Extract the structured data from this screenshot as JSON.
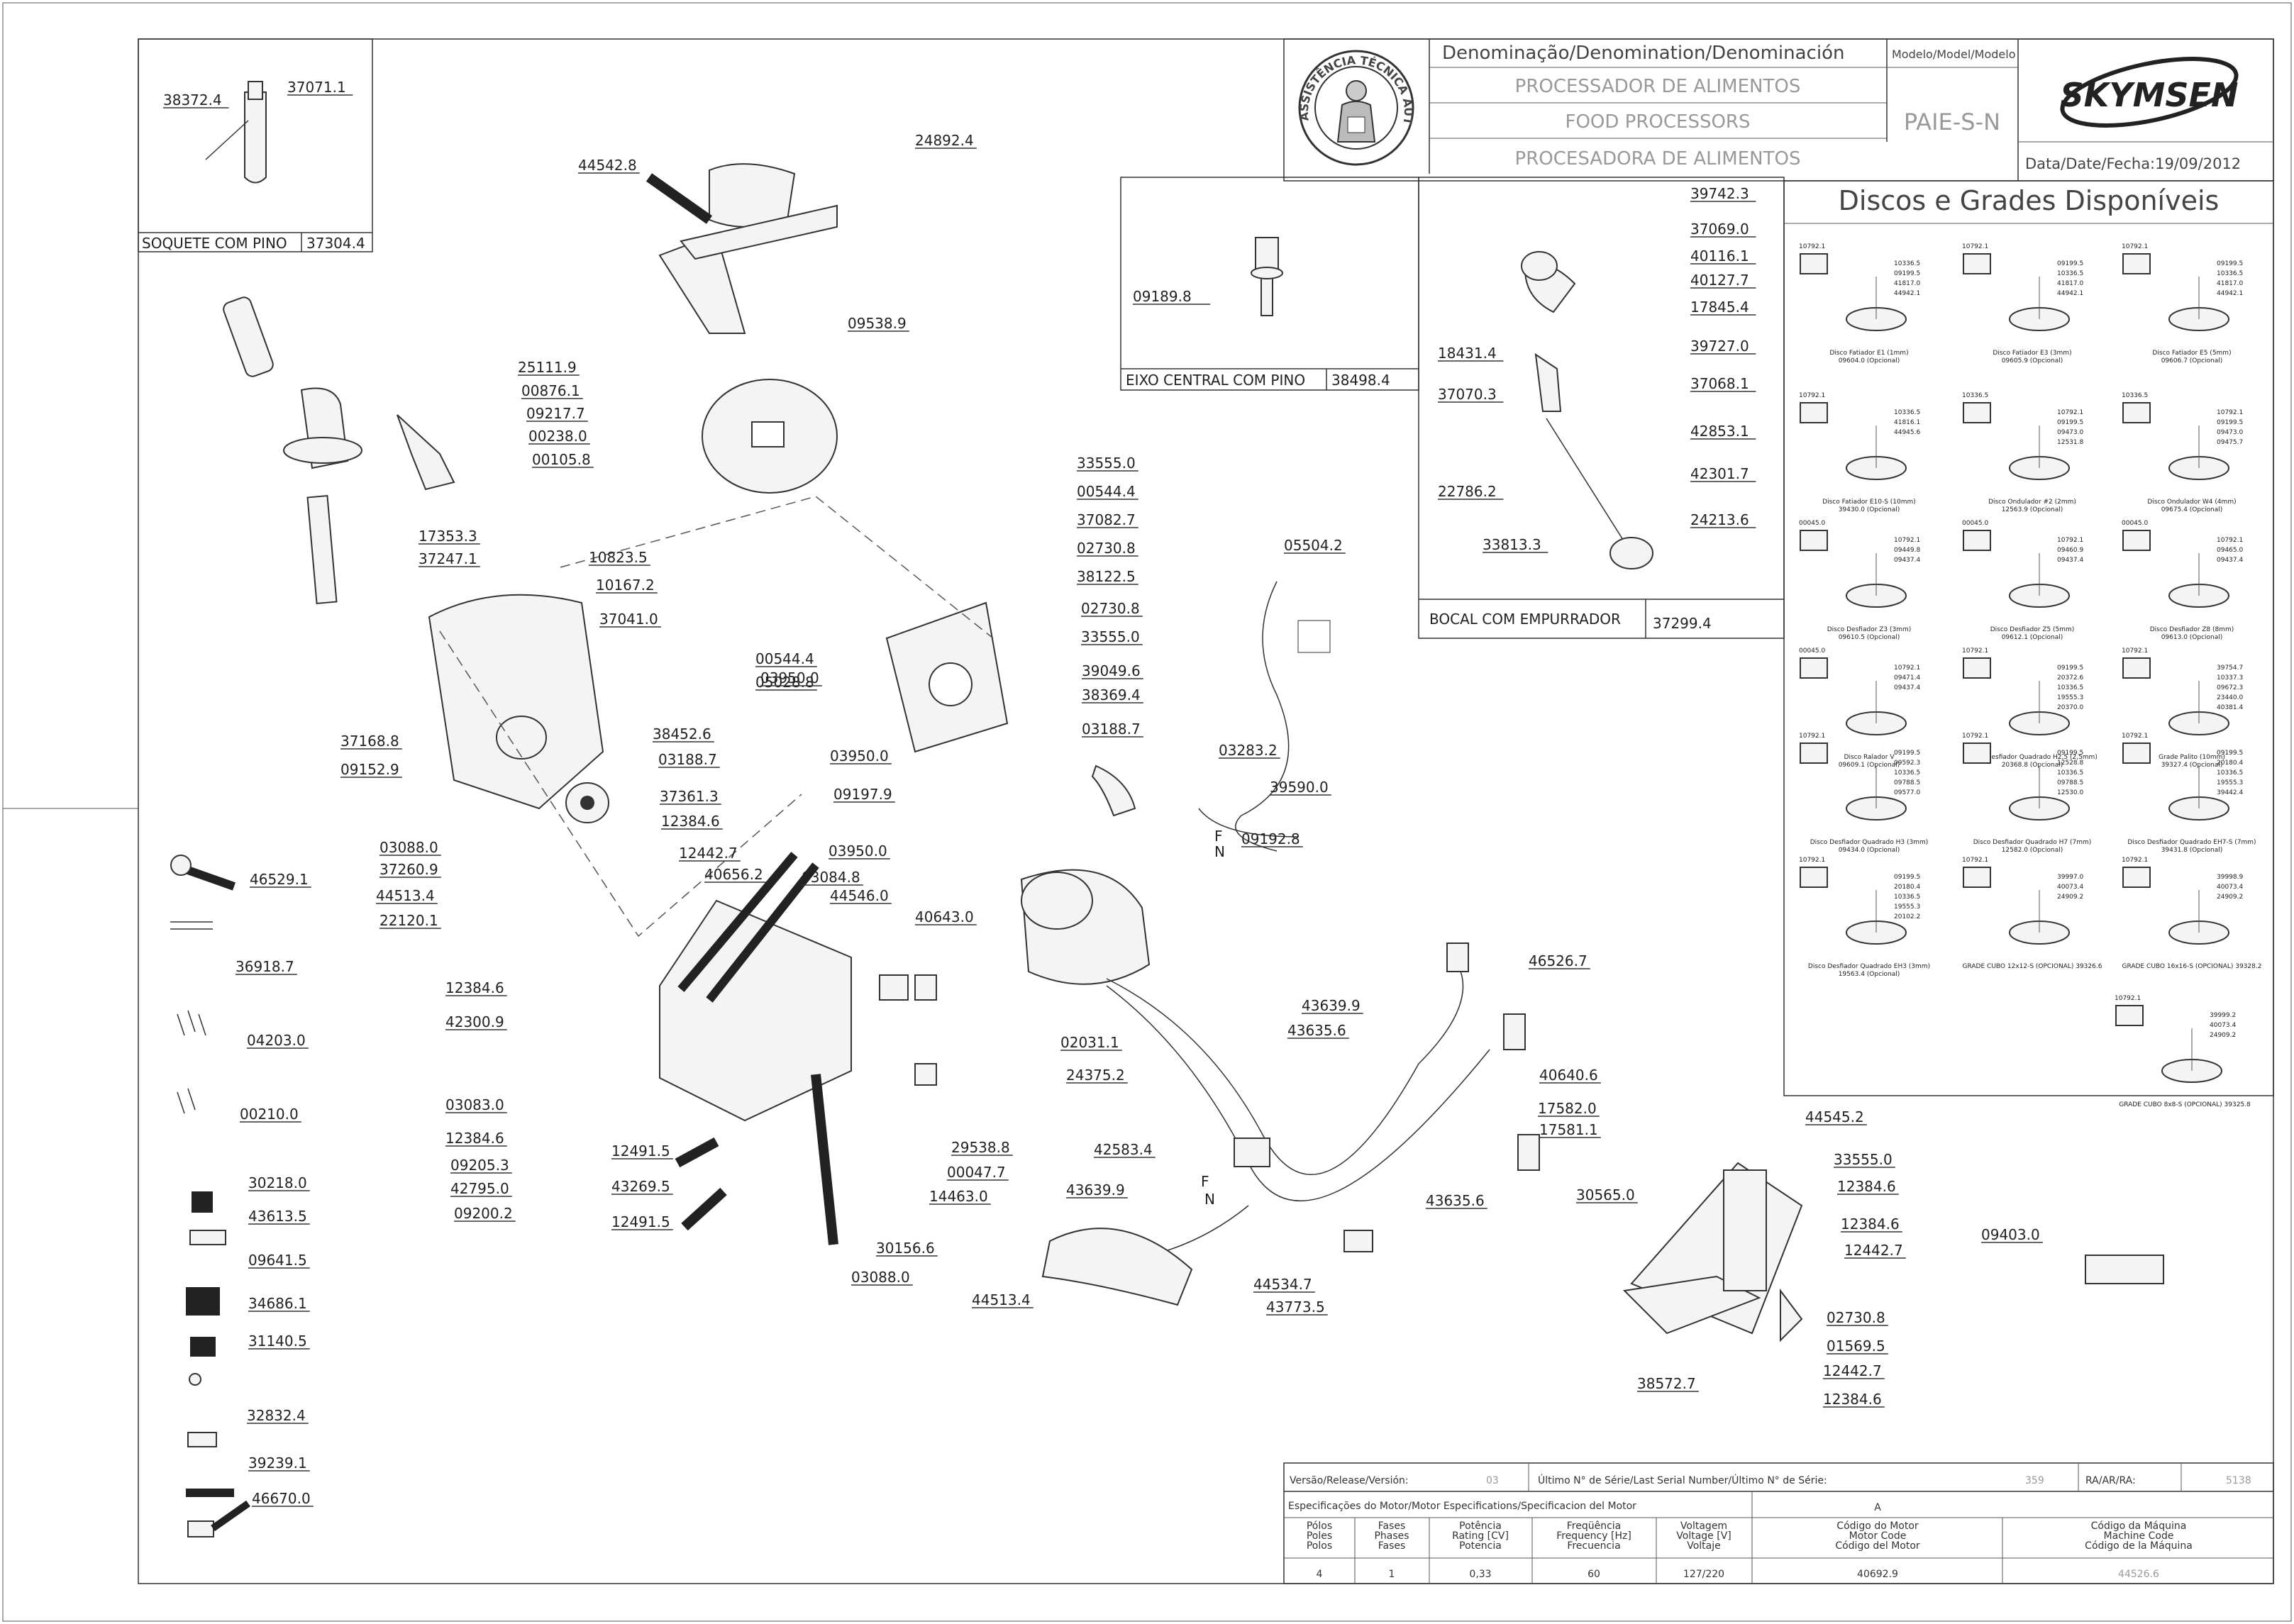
{
  "title_block": {
    "denomination_header": "Denominação/Denomination/Denominación",
    "model_header": "Modelo/Model/Modelo",
    "name_pt": "PROCESSADOR DE ALIMENTOS",
    "name_en": "FOOD PROCESSORS",
    "name_es": "PROCESADORA DE ALIMENTOS",
    "model": "PAIE-S-N",
    "brand": "SKYMSEN",
    "date": "Data/Date/Fecha:19/09/2012",
    "seal_text": "ASSISTÊNCIA TÉCNICA AUTORIZADA"
  },
  "discs_panel": {
    "title": "Discos e Grades Disponíveis",
    "items": [
      {
        "caption": "Disco Fatiador E1 (1mm)",
        "code": "09604.0 (Opcional)",
        "parts": [
          "10792.1",
          "10336.5",
          "09199.5",
          "41817.0",
          "44942.1"
        ]
      },
      {
        "caption": "Disco Fatiador E3 (3mm)",
        "code": "09605.9 (Opcional)",
        "parts": [
          "10792.1",
          "09199.5",
          "10336.5",
          "41817.0",
          "44942.1"
        ]
      },
      {
        "caption": "Disco Fatiador E5 (5mm)",
        "code": "09606.7 (Opcional)",
        "parts": [
          "10792.1",
          "09199.5",
          "10336.5",
          "41817.0",
          "44942.1"
        ]
      },
      {
        "caption": "Disco Fatiador E10-S (10mm)",
        "code": "39430.0 (Opcional)",
        "parts": [
          "10792.1",
          "10336.5",
          "41816.1",
          "44945.6"
        ]
      },
      {
        "caption": "Disco Ondulador #2 (2mm)",
        "code": "12563.9 (Opcional)",
        "parts": [
          "10336.5",
          "10792.1",
          "09199.5",
          "09473.0",
          "12531.8"
        ]
      },
      {
        "caption": "Disco Ondulador W4 (4mm)",
        "code": "09675.4 (Opcional)",
        "parts": [
          "10336.5",
          "10792.1",
          "09199.5",
          "09473.0",
          "09475.7"
        ]
      },
      {
        "caption": "Disco Desfiador Z3 (3mm)",
        "code": "09610.5 (Opcional)",
        "parts": [
          "00045.0",
          "10792.1",
          "09449.8",
          "09437.4"
        ]
      },
      {
        "caption": "Disco Desfiador Z5 (5mm)",
        "code": "09612.1 (Opcional)",
        "parts": [
          "00045.0",
          "10792.1",
          "09460.9",
          "09437.4"
        ]
      },
      {
        "caption": "Disco Desfiador Z8 (8mm)",
        "code": "09613.0 (Opcional)",
        "parts": [
          "00045.0",
          "10792.1",
          "09465.0",
          "09437.4"
        ]
      },
      {
        "caption": "Disco Ralador V",
        "code": "09609.1 (Opcional)",
        "parts": [
          "00045.0",
          "10792.1",
          "09471.4",
          "09437.4"
        ]
      },
      {
        "caption": "Disco Desfiador Quadrado H2,5 (2,5mm)",
        "code": "20368.8 (Opcional)",
        "parts": [
          "10792.1",
          "09199.5",
          "20372.6",
          "10336.5",
          "19555.3",
          "20370.0"
        ]
      },
      {
        "caption": "Grade Palito (10mm)",
        "code": "39327.4 (Opcional)",
        "parts": [
          "10792.1",
          "39754.7",
          "10337.3",
          "09672.3",
          "23440.0",
          "40381.4"
        ]
      },
      {
        "caption": "Disco Desfiador Quadrado H3 (3mm)",
        "code": "09434.0 (Opcional)",
        "parts": [
          "10792.1",
          "09199.5",
          "09592.3",
          "10336.5",
          "09788.5",
          "09577.0"
        ]
      },
      {
        "caption": "Disco Desfiador Quadrado H7 (7mm)",
        "code": "12582.0 (Opcional)",
        "parts": [
          "10792.1",
          "09199.5",
          "12528.8",
          "10336.5",
          "09788.5",
          "12530.0"
        ]
      },
      {
        "caption": "Disco Desfiador Quadrado EH7-S (7mm)",
        "code": "39431.8 (Opcional)",
        "parts": [
          "10792.1",
          "09199.5",
          "20180.4",
          "10336.5",
          "19555.3",
          "39442.4"
        ]
      },
      {
        "caption": "Disco Desfiador Quadrado EH3 (3mm)",
        "code": "19563.4 (Opcional)",
        "parts": [
          "10792.1",
          "09199.5",
          "20180.4",
          "10336.5",
          "19555.3",
          "20102.2"
        ]
      },
      {
        "caption": "GRADE CUBO 12x12-S (OPCIONAL) 39326.6",
        "code": "",
        "parts": [
          "10792.1",
          "39997.0",
          "40073.4",
          "24909.2"
        ]
      },
      {
        "caption": "GRADE CUBO 16x16-S (OPCIONAL) 39328.2",
        "code": "",
        "parts": [
          "10792.1",
          "39998.9",
          "40073.4",
          "24909.2"
        ]
      },
      {
        "caption": "GRADE CUBO 8x8-S (OPCIONAL) 39325.8",
        "code": "",
        "parts": [
          "10792.1",
          "39999.2",
          "40073.4",
          "24909.2"
        ]
      }
    ]
  },
  "inset_boxes": {
    "soquete": {
      "caption": "SOQUETE COM PINO",
      "code": "37304.4",
      "parts": [
        "38372.4",
        "37071.1"
      ]
    },
    "eixo": {
      "caption": "EIXO CENTRAL COM PINO",
      "code": "38498.4",
      "parts": [
        "09189.8"
      ]
    },
    "bocal": {
      "caption": "BOCAL COM EMPURRADOR",
      "code": "37299.4",
      "parts": [
        "39742.3",
        "37069.0",
        "40116.1",
        "40127.7",
        "17845.4",
        "18431.4",
        "39727.0",
        "37070.3",
        "37068.1",
        "42853.1",
        "22786.2",
        "42301.7",
        "33813.3",
        "24213.6"
      ]
    }
  },
  "callouts": [
    "24892.4",
    "44542.8",
    "09538.9",
    "25111.9",
    "00876.1",
    "09217.7",
    "00238.0",
    "00105.8",
    "17353.3",
    "37247.1",
    "10823.5",
    "10167.2",
    "37041.0",
    "37168.8",
    "09152.9",
    "38452.6",
    "03188.7",
    "37361.3",
    "12384.6",
    "03088.0",
    "37260.9",
    "44513.4",
    "22120.1",
    "12442.7",
    "12384.6",
    "42300.9",
    "03083.0",
    "12384.6",
    "09205.3",
    "42795.0",
    "09200.2",
    "33555.0",
    "00544.4",
    "37082.7",
    "02730.8",
    "38122.5",
    "02730.8",
    "33555.0",
    "39049.6",
    "38369.4",
    "03188.7",
    "00544.4",
    "05028.8",
    "03950.0",
    "03950.0",
    "09197.9",
    "03950.0",
    "03084.8",
    "40656.2",
    "44546.0",
    "40643.0",
    "29538.8",
    "00047.7",
    "14463.0",
    "12491.5",
    "43269.5",
    "12491.5",
    "30156.6",
    "03088.0",
    "05504.2",
    "03283.2",
    "39590.0",
    "09192.8",
    "46526.7",
    "43639.9",
    "43635.6",
    "02031.1",
    "24375.2",
    "40640.6",
    "17582.0",
    "17581.1",
    "42583.4",
    "43635.6",
    "30565.0",
    "43639.9",
    "44534.7",
    "43773.5",
    "44513.4",
    "44545.2",
    "33555.0",
    "12384.6",
    "12384.6",
    "12442.7",
    "02730.8",
    "01569.5",
    "12442.7",
    "12384.6",
    "38572.7",
    "09403.0",
    "46529.1",
    "36918.7",
    "04203.0",
    "00210.0",
    "30218.0",
    "43613.5",
    "09641.5",
    "34686.1",
    "31140.5",
    "32832.4",
    "39239.1",
    "46670.0"
  ],
  "wire_labels": {
    "f": "F",
    "n": "N"
  },
  "bottom_table": {
    "version_label": "Versão/Release/Versión:",
    "version_value": "03",
    "serial_label": "Último N° de Série/Last Serial Number/Último N° de Série:",
    "serial_value": "359",
    "ra_label": "RA/AR/RA:",
    "ra_value": "5138",
    "motor_spec_label": "Especificações do Motor/Motor Especifications/Specificacion del Motor",
    "motor_letter": "A",
    "columns": [
      {
        "header": [
          "Pólos",
          "Poles",
          "Polos"
        ],
        "value": "4"
      },
      {
        "header": [
          "Fases",
          "Phases",
          "Fases"
        ],
        "value": "1"
      },
      {
        "header": [
          "Potência",
          "Rating [CV]",
          "Potencia"
        ],
        "value": "0,33"
      },
      {
        "header": [
          "Freqüência",
          "Frequency [Hz]",
          "Frecuencia"
        ],
        "value": "60"
      },
      {
        "header": [
          "Voltagem",
          "Voltage [V]",
          "Voltaje"
        ],
        "value": "127/220"
      },
      {
        "header": [
          "Código do Motor",
          "Motor Code",
          "Código del Motor"
        ],
        "value": "40692.9"
      },
      {
        "header": [
          "Código da Máquina",
          "Machine Code",
          "Código de la Máquina"
        ],
        "value": "44526.6"
      }
    ]
  }
}
